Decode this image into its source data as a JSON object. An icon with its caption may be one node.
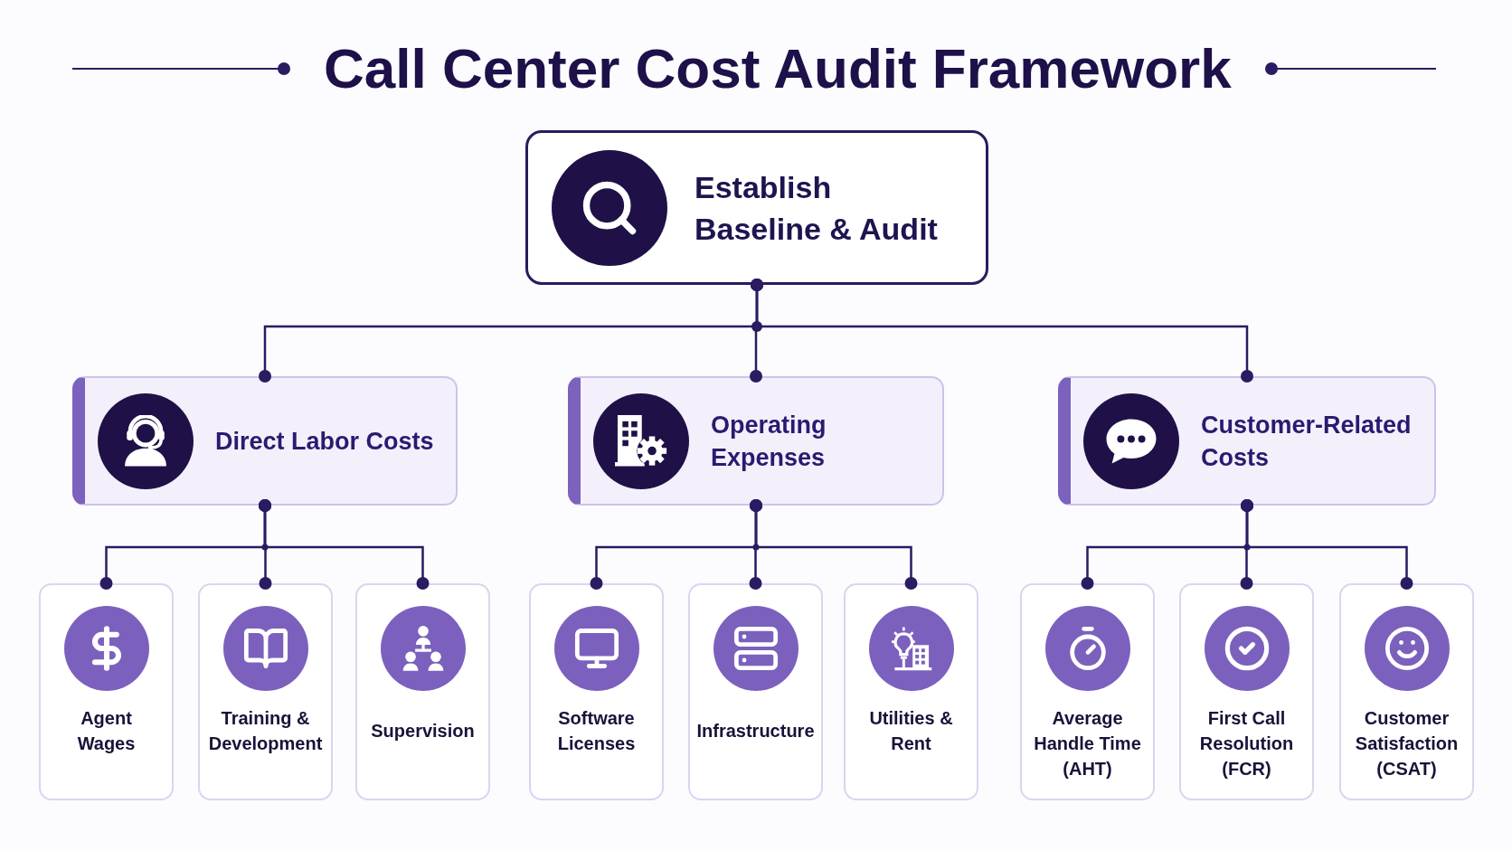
{
  "diagram": {
    "title": "Call Center Cost Audit Framework",
    "nodes": [
      {
        "text": [
          "Establish Baseline & Audit"
        ]
      },
      {
        "text": [
          "Direct Labor Costs"
        ]
      },
      {
        "text": [
          "Operating Expenses"
        ]
      },
      {
        "text": [
          "Customer-Related Costs"
        ]
      },
      {
        "text": [
          "Agent Wages"
        ]
      },
      {
        "text": [
          "Training & Development"
        ]
      },
      {
        "text": [
          "Supervision"
        ]
      },
      {
        "text": [
          "Software Licenses"
        ]
      },
      {
        "text": [
          "Infrastructure"
        ]
      },
      {
        "text": [
          "Utilities & Rent"
        ]
      },
      {
        "text": [
          "Average Handle Time (AHT)"
        ]
      },
      {
        "text": [
          "First Call Resolution (FCR)"
        ]
      },
      {
        "text": [
          "Customer Satisfaction (CSAT)"
        ]
      }
    ],
    "edges": [
      {
        "from": 0,
        "to": 1,
        "arrow": "other"
      },
      {
        "from": 0,
        "to": 2,
        "arrow": "other"
      },
      {
        "from": 0,
        "to": 3,
        "arrow": "other"
      },
      {
        "from": 1,
        "to": 4,
        "arrow": "other"
      },
      {
        "from": 1,
        "to": 5,
        "arrow": "other"
      },
      {
        "from": 1,
        "to": 6,
        "arrow": "other"
      },
      {
        "from": 2,
        "to": 7,
        "arrow": "other"
      },
      {
        "from": 2,
        "to": 8,
        "arrow": "other"
      },
      {
        "from": 2,
        "to": 9,
        "arrow": "other"
      },
      {
        "from": 3,
        "to": 10,
        "arrow": "other"
      },
      {
        "from": 3,
        "to": 11,
        "arrow": "other"
      },
      {
        "from": 3,
        "to": 12,
        "arrow": "other"
      }
    ]
  }
}
